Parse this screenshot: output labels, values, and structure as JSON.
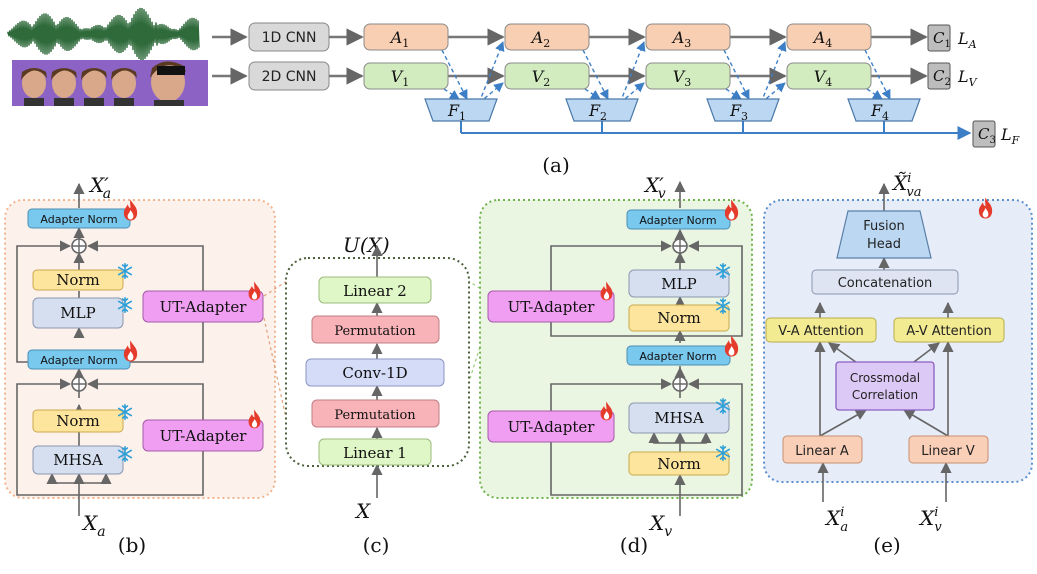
{
  "colors": {
    "audio": "#f9cfb3",
    "video": "#d2ecc0",
    "fusion": "#bcd7f2",
    "cnn": "#d9d9d9",
    "classifier": "#bdbdbd",
    "adapter_norm": "#79c8ee",
    "ut_adapter": "#ef9ef2",
    "norm": "#fde59e",
    "mlp": "#d6dff0",
    "permutation": "#f8b3b9",
    "conv1d": "#d5dcf8",
    "linear": "#dff6c6",
    "attention": "#f3eb92",
    "crossmodal": "#ddc9f5",
    "linear_ae": "#f9cfb8",
    "panel_b": "#fdf1ec",
    "panel_d": "#eaf5e2",
    "panel_e": "#e6ecf8",
    "arrow": "#666666",
    "dash_arrow": "#3d7fc7",
    "fusion_line": "#3d7fc7",
    "fire": "#e53b2c",
    "snow": "#2d9fd6"
  },
  "panel_a": {
    "cnn_1d": "1D CNN",
    "cnn_2d": "2D CNN",
    "audio_blocks": [
      "A",
      "A",
      "A",
      "A"
    ],
    "video_blocks": [
      "V",
      "V",
      "V",
      "V"
    ],
    "fusion_blocks": [
      "F",
      "F",
      "F",
      "F"
    ],
    "subscripts": [
      "1",
      "2",
      "3",
      "4"
    ],
    "classifiers": [
      {
        "box": "C",
        "sub": "1",
        "loss": "L",
        "loss_sub": "A"
      },
      {
        "box": "C",
        "sub": "2",
        "loss": "L",
        "loss_sub": "V"
      },
      {
        "box": "C",
        "sub": "3",
        "loss": "L",
        "loss_sub": "F"
      }
    ],
    "caption": "(a)"
  },
  "panel_b": {
    "output_label": "X",
    "output_prime": "′",
    "output_sub": "a",
    "input_label": "X",
    "input_sub": "a",
    "adapter_norm": "Adapter Norm",
    "norm": "Norm",
    "mlp": "MLP",
    "mhsa": "MHSA",
    "ut_adapter": "UT-Adapter",
    "caption": "(b)"
  },
  "panel_c": {
    "output_label": "U(X)",
    "input_label": "X",
    "linear2": "Linear 2",
    "permutation": "Permutation",
    "conv1d": "Conv-1D",
    "linear1": "Linear 1",
    "caption": "(c)"
  },
  "panel_d": {
    "output_label": "X",
    "output_prime": "′",
    "output_sub": "v",
    "input_label": "X",
    "input_sub": "v",
    "adapter_norm": "Adapter Norm",
    "norm": "Norm",
    "mlp": "MLP",
    "mhsa": "MHSA",
    "ut_adapter": "UT-Adapter",
    "caption": "(d)"
  },
  "panel_e": {
    "output_label": "X̃",
    "output_sup": "i",
    "output_sub": "va",
    "fusion_head_1": "Fusion",
    "fusion_head_2": "Head",
    "concatenation": "Concatenation",
    "va_attention": "V-A Attention",
    "av_attention": "A-V Attention",
    "crossmodal_1": "Crossmodal",
    "crossmodal_2": "Correlation",
    "linear_a": "Linear A",
    "linear_v": "Linear V",
    "input_a": "X",
    "input_a_sub": "a",
    "input_v": "X",
    "input_v_sub": "v",
    "input_sup": "i",
    "caption": "(e)"
  }
}
